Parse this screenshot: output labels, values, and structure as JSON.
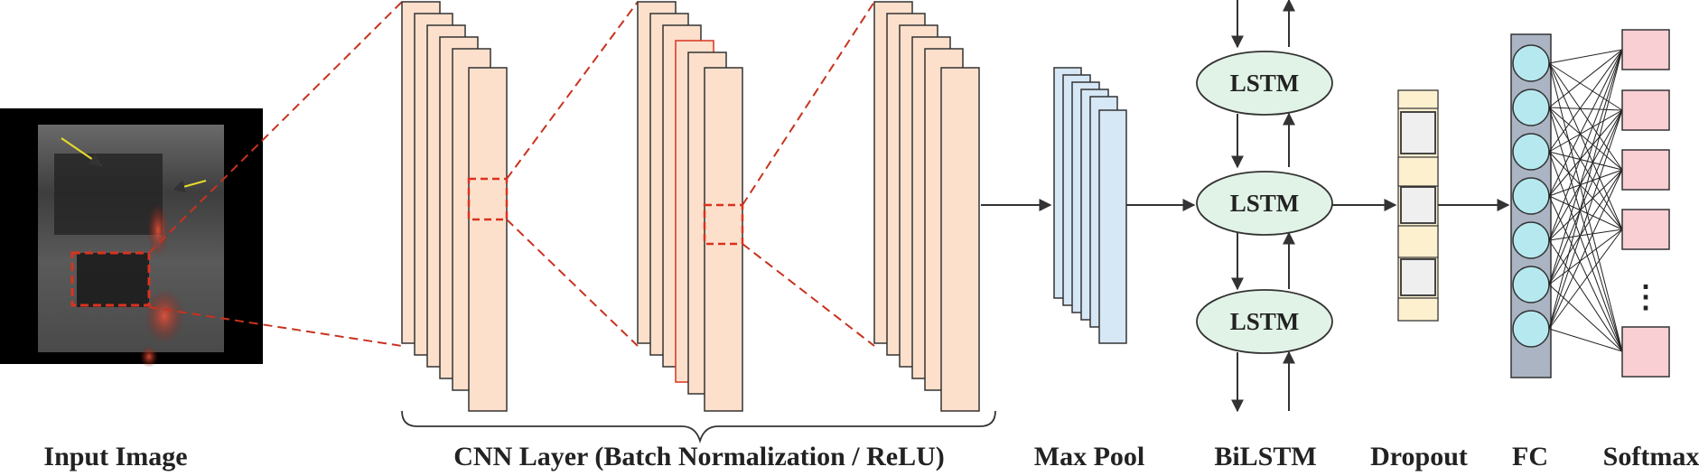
{
  "labels": {
    "input": "Input Image",
    "cnn": "CNN Layer (Batch Normalization / ReLU)",
    "maxpool": "Max Pool",
    "bilstm": "BiLSTM",
    "dropout": "Dropout",
    "fc": "FC",
    "softmax": "Softmax"
  },
  "lstm_cells": [
    "LSTM",
    "LSTM",
    "LSTM"
  ],
  "softmax_ellipsis": "⋮",
  "colors": {
    "cnn_fill": "#fde0cc",
    "cnn_stroke": "#333333",
    "highlight_red": "#d9331f",
    "maxpool_fill": "#d6e7f6",
    "lstm_fill": "#e1f3e6",
    "dropout_band": "#fcf0cf",
    "dropout_cell": "#efefef",
    "fc_bar": "#aab4c3",
    "fc_node": "#b6e9ef",
    "softmax_fill": "#f9cfd4",
    "arrow": "#333333"
  }
}
